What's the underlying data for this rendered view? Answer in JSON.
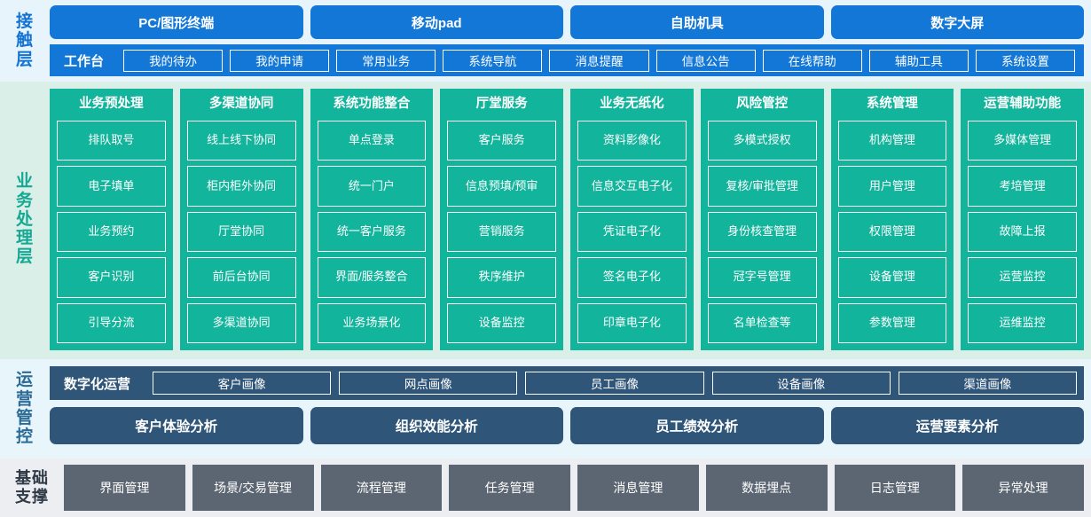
{
  "colors": {
    "contact_band_bg": "#e8f4fb",
    "contact_blue": "#1277d6",
    "business_band_bg": "#dbefe9",
    "business_teal": "#13b49c",
    "ops_band_bg": "#e8f6fc",
    "ops_navy": "#2f5579",
    "foundation_band_bg": "#eceef1",
    "foundation_gray": "#5c6672"
  },
  "contact_layer": {
    "label": "接触层",
    "label_chars": [
      "接",
      "触",
      "层"
    ],
    "channels": [
      {
        "label": "PC/图形终端"
      },
      {
        "label": "移动pad"
      },
      {
        "label": "自助机具"
      },
      {
        "label": "数字大屏"
      }
    ],
    "workbench_title": "工作台",
    "workbench_items": [
      {
        "label": "我的待办"
      },
      {
        "label": "我的申请"
      },
      {
        "label": "常用业务"
      },
      {
        "label": "系统导航"
      },
      {
        "label": "消息提醒"
      },
      {
        "label": "信息公告"
      },
      {
        "label": "在线帮助"
      },
      {
        "label": "辅助工具"
      },
      {
        "label": "系统设置"
      }
    ]
  },
  "business_layer": {
    "label": "业务处理层",
    "label_chars": [
      "业",
      "务",
      "处",
      "理",
      "层"
    ],
    "columns": [
      {
        "title": "业务预处理",
        "items": [
          "排队取号",
          "电子填单",
          "业务预约",
          "客户识别",
          "引导分流"
        ]
      },
      {
        "title": "多渠道协同",
        "items": [
          "线上线下协同",
          "柜内柜外协同",
          "厅堂协同",
          "前后台协同",
          "多渠道协同"
        ]
      },
      {
        "title": "系统功能整合",
        "items": [
          "单点登录",
          "统一门户",
          "统一客户服务",
          "界面/服务整合",
          "业务场景化"
        ]
      },
      {
        "title": "厅堂服务",
        "items": [
          "客户服务",
          "信息预填/预审",
          "营销服务",
          "秩序维护",
          "设备监控"
        ]
      },
      {
        "title": "业务无纸化",
        "items": [
          "资料影像化",
          "信息交互电子化",
          "凭证电子化",
          "签名电子化",
          "印章电子化"
        ]
      },
      {
        "title": "风险管控",
        "items": [
          "多模式授权",
          "复核/审批管理",
          "身份核查管理",
          "冠字号管理",
          "名单检查等"
        ]
      },
      {
        "title": "系统管理",
        "items": [
          "机构管理",
          "用户管理",
          "权限管理",
          "设备管理",
          "参数管理"
        ]
      },
      {
        "title": "运营辅助功能",
        "items": [
          "多媒体管理",
          "考培管理",
          "故障上报",
          "运营监控",
          "运维监控"
        ]
      }
    ]
  },
  "operations_layer": {
    "label": "运营管控",
    "label_chars": [
      "运",
      "营",
      "管",
      "控"
    ],
    "portrait_title": "数字化运营",
    "portraits": [
      {
        "label": "客户画像"
      },
      {
        "label": "网点画像"
      },
      {
        "label": "员工画像"
      },
      {
        "label": "设备画像"
      },
      {
        "label": "渠道画像"
      }
    ],
    "analyses": [
      {
        "label": "客户体验分析"
      },
      {
        "label": "组织效能分析"
      },
      {
        "label": "员工绩效分析"
      },
      {
        "label": "运营要素分析"
      }
    ]
  },
  "foundation_layer": {
    "label": "基础支撑",
    "label_lines": [
      "基础",
      "支撑"
    ],
    "items": [
      {
        "label": "界面管理"
      },
      {
        "label": "场景/交易管理"
      },
      {
        "label": "流程管理"
      },
      {
        "label": "任务管理"
      },
      {
        "label": "消息管理"
      },
      {
        "label": "数据埋点"
      },
      {
        "label": "日志管理"
      },
      {
        "label": "异常处理"
      }
    ]
  }
}
